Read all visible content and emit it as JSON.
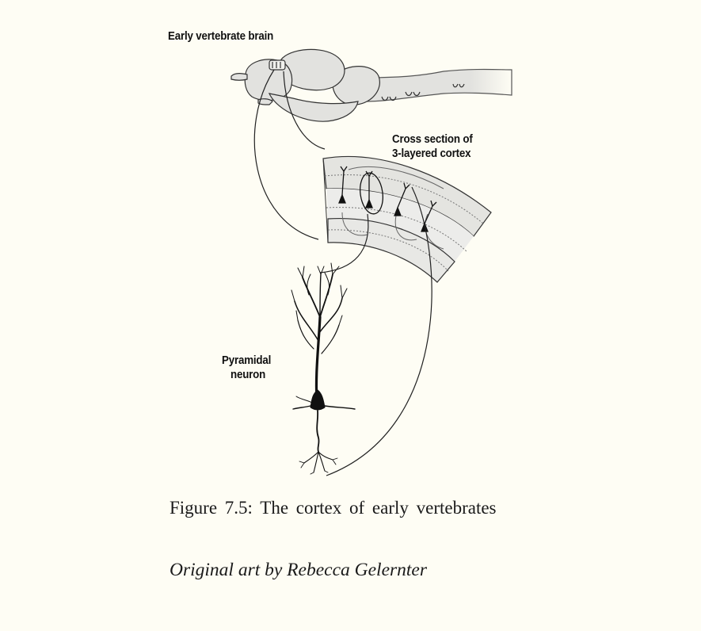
{
  "figure": {
    "label_brain": "Early vertebrate brain",
    "label_cross_1": "Cross section of",
    "label_cross_2": "3-layered cortex",
    "label_neuron_1": "Pyramidal",
    "label_neuron_2": "neuron"
  },
  "caption": {
    "text": "Figure 7.5: The cortex of early vertebrates",
    "credit": "Original art by Rebecca Gelernter"
  },
  "colors": {
    "background": "#fefdf4",
    "tissue": "#e2e2df",
    "ink": "#111111"
  }
}
